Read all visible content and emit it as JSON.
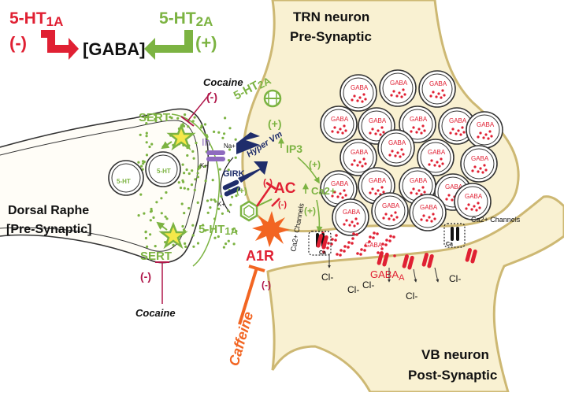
{
  "legend": {
    "ht1a_prefix": "5-HT",
    "ht1a_sub": "1A",
    "ht1a_sign": "(-)",
    "gaba": "[GABA]",
    "ht2a_prefix": "5-HT",
    "ht2a_sub": "2A",
    "ht2a_sign": "(+)"
  },
  "titles": {
    "trn_line1": "TRN neuron",
    "trn_line2": "Pre-Synaptic",
    "raphe_line1": "Dorsal Raphe",
    "raphe_line2": "[Pre-Synaptic]",
    "vb_line1": "VB neuron",
    "vb_line2": "Post-Synaptic"
  },
  "labels": {
    "cocaine_top": "Cocaine",
    "cocaine_bottom": "Cocaine",
    "minus": "(-)",
    "plus": "(+)",
    "sert": "SERT",
    "ht_vesicle": "5-HT",
    "ht2a_prefix": "5-HT",
    "ht2a_sub": "2A",
    "ht1a_prefix": "5-HT",
    "ht1a_sub": "1A",
    "ih": "Ih",
    "na": "Na+",
    "k": "K+",
    "girk": "GIRK",
    "hyper": "Hyper Vm",
    "ac": "AC",
    "ip3": "IP3",
    "ca": "Ca2+",
    "a1r": "A1R",
    "caffeine": "Caffeine",
    "gaba": "GABA",
    "gaba_a": "GABAA",
    "ca_channels": "Ca2+ Channels",
    "ca_short": "Ca",
    "cl": "Cl-"
  },
  "colors": {
    "red": "#e02033",
    "green": "#7cb342",
    "orange": "#f26522",
    "navy": "#1f2d6b",
    "purple": "#8e6bbf",
    "maroon": "#b0174a",
    "membrane_fill": "#f9f1d2",
    "membrane_stroke": "#cdb873"
  }
}
